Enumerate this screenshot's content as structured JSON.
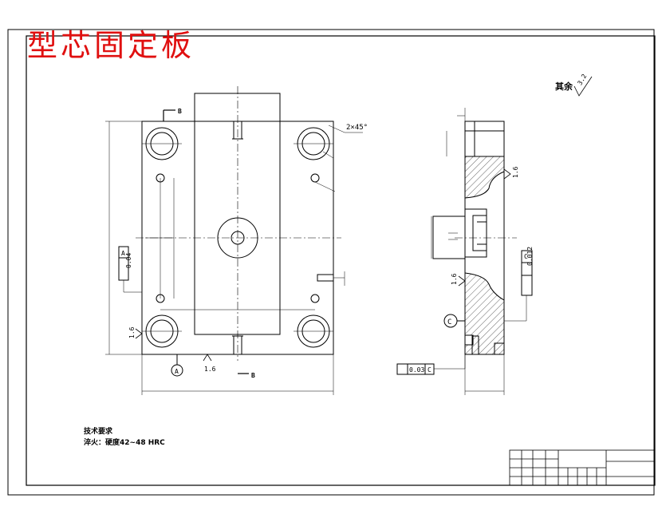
{
  "drawing": {
    "title": "型芯固定板",
    "chamfer": "2×45°",
    "roughness_other": "其余",
    "roughness_value": "3.2",
    "datum_a": "A",
    "datum_c": "C",
    "section_b_top": "B",
    "section_b_bottom": "B",
    "flatness_left": "0.04",
    "flatness_left_datum": "A",
    "roughness_left": "1.6",
    "roughness_bottom": "1.6",
    "roughness_section_right": "1.6",
    "roughness_section_left": "1.6",
    "parallelism_value": "0.012",
    "parallelism_datum": "C",
    "perpendicular_value": "0.03",
    "perpendicular_datum": "C"
  },
  "notes": {
    "heading": "技术要求",
    "line1": "淬火：硬度42~48 HRC"
  }
}
